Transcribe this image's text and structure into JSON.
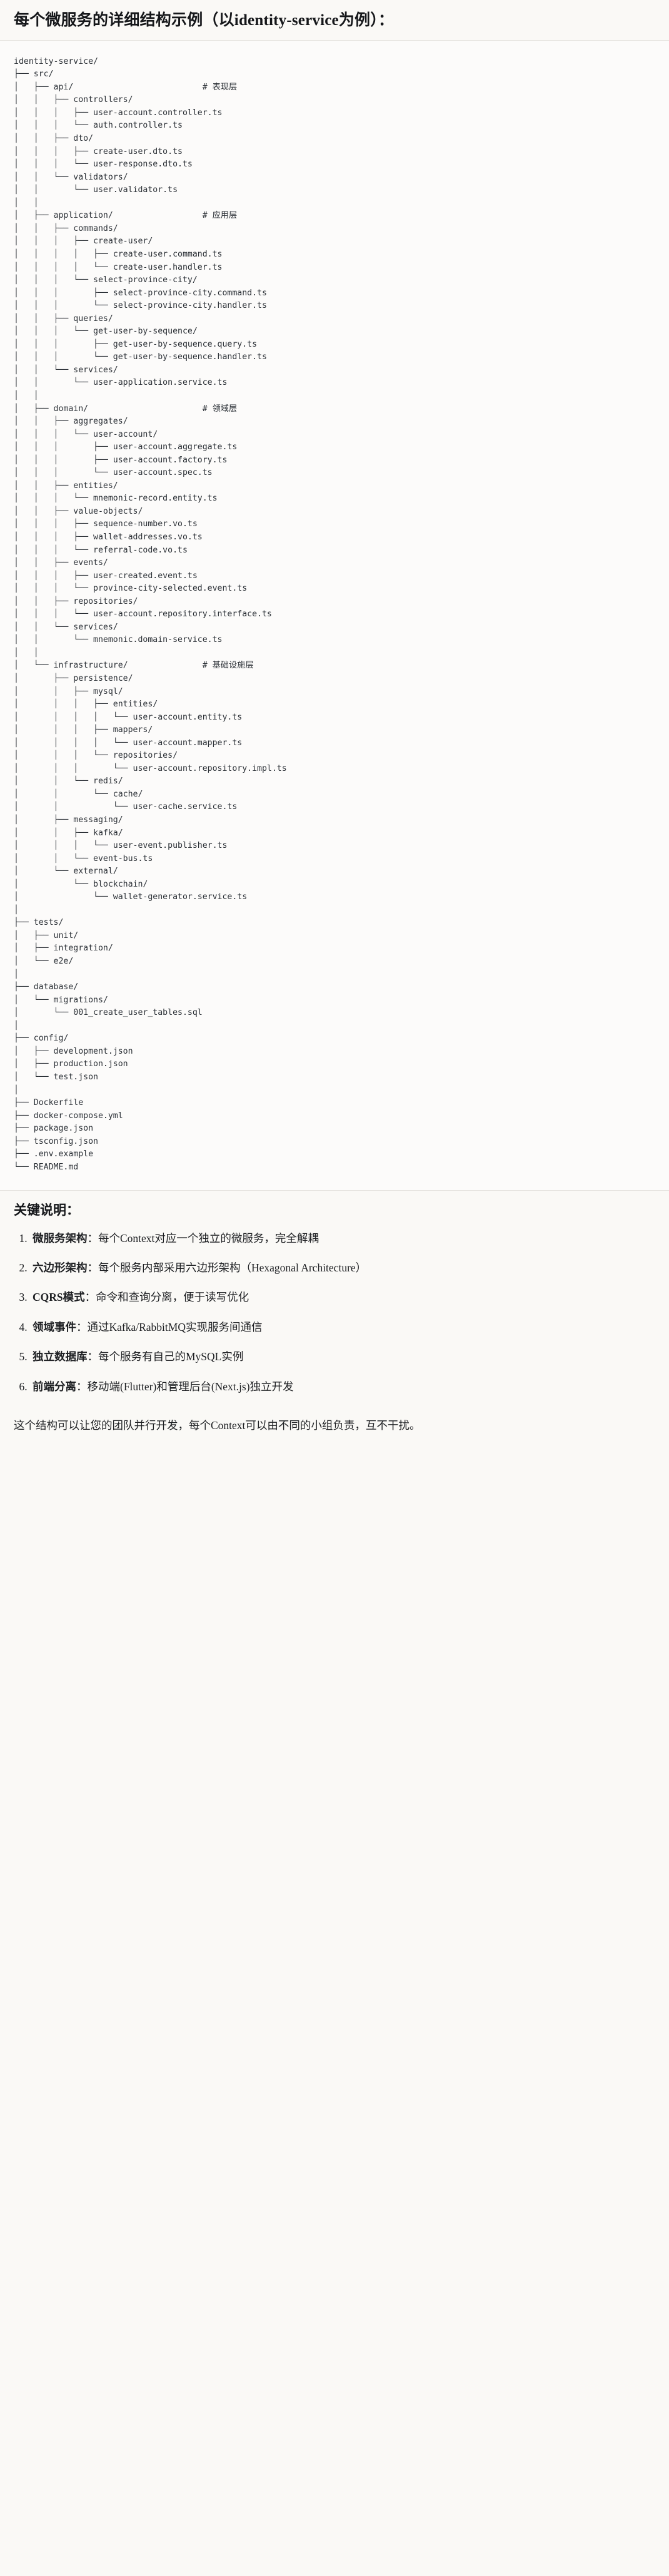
{
  "heading": "每个微服务的详细结构示例（以identity-service为例）：",
  "tree": {
    "text": "identity-service/\n├── src/\n│   ├── api/                          # 表现层\n│   │   ├── controllers/\n│   │   │   ├── user-account.controller.ts\n│   │   │   └── auth.controller.ts\n│   │   ├── dto/\n│   │   │   ├── create-user.dto.ts\n│   │   │   └── user-response.dto.ts\n│   │   └── validators/\n│   │       └── user.validator.ts\n│   │\n│   ├── application/                  # 应用层\n│   │   ├── commands/\n│   │   │   ├── create-user/\n│   │   │   │   ├── create-user.command.ts\n│   │   │   │   └── create-user.handler.ts\n│   │   │   └── select-province-city/\n│   │   │       ├── select-province-city.command.ts\n│   │   │       └── select-province-city.handler.ts\n│   │   ├── queries/\n│   │   │   └── get-user-by-sequence/\n│   │   │       ├── get-user-by-sequence.query.ts\n│   │   │       └── get-user-by-sequence.handler.ts\n│   │   └── services/\n│   │       └── user-application.service.ts\n│   │\n│   ├── domain/                       # 领域层\n│   │   ├── aggregates/\n│   │   │   └── user-account/\n│   │   │       ├── user-account.aggregate.ts\n│   │   │       ├── user-account.factory.ts\n│   │   │       └── user-account.spec.ts\n│   │   ├── entities/\n│   │   │   └── mnemonic-record.entity.ts\n│   │   ├── value-objects/\n│   │   │   ├── sequence-number.vo.ts\n│   │   │   ├── wallet-addresses.vo.ts\n│   │   │   └── referral-code.vo.ts\n│   │   ├── events/\n│   │   │   ├── user-created.event.ts\n│   │   │   └── province-city-selected.event.ts\n│   │   ├── repositories/\n│   │   │   └── user-account.repository.interface.ts\n│   │   └── services/\n│   │       └── mnemonic.domain-service.ts\n│   │\n│   └── infrastructure/               # 基础设施层\n│       ├── persistence/\n│       │   ├── mysql/\n│       │   │   ├── entities/\n│       │   │   │   └── user-account.entity.ts\n│       │   │   ├── mappers/\n│       │   │   │   └── user-account.mapper.ts\n│       │   │   └── repositories/\n│       │   │       └── user-account.repository.impl.ts\n│       │   └── redis/\n│       │       └── cache/\n│       │           └── user-cache.service.ts\n│       ├── messaging/\n│       │   ├── kafka/\n│       │   │   └── user-event.publisher.ts\n│       │   └── event-bus.ts\n│       └── external/\n│           └── blockchain/\n│               └── wallet-generator.service.ts\n│\n├── tests/\n│   ├── unit/\n│   ├── integration/\n│   └── e2e/\n│\n├── database/\n│   └── migrations/\n│       └── 001_create_user_tables.sql\n│\n├── config/\n│   ├── development.json\n│   ├── production.json\n│   └── test.json\n│\n├── Dockerfile\n├── docker-compose.yml\n├── package.json\n├── tsconfig.json\n├── .env.example\n└── README.md",
    "root": "identity-service/",
    "layer_comments": [
      {
        "path": "src/api/",
        "comment": "# 表现层"
      },
      {
        "path": "src/application/",
        "comment": "# 应用层"
      },
      {
        "path": "src/domain/",
        "comment": "# 领域层"
      },
      {
        "path": "src/infrastructure/",
        "comment": "# 基础设施层"
      }
    ]
  },
  "keypoints": {
    "title": "关键说明：",
    "items": [
      {
        "term": "微服务架构",
        "sep": "：",
        "desc": "每个Context对应一个独立的微服务，完全解耦"
      },
      {
        "term": "六边形架构",
        "sep": "：",
        "desc": "每个服务内部采用六边形架构（Hexagonal Architecture）"
      },
      {
        "term": "CQRS模式",
        "sep": "：",
        "desc": "命令和查询分离，便于读写优化"
      },
      {
        "term": "领域事件",
        "sep": "：",
        "desc": "通过Kafka/RabbitMQ实现服务间通信"
      },
      {
        "term": "独立数据库",
        "sep": "：",
        "desc": "每个服务有自己的MySQL实例"
      },
      {
        "term": "前端分离",
        "sep": "：",
        "desc": "移动端(Flutter)和管理后台(Next.js)独立开发"
      }
    ],
    "closing": "这个结构可以让您的团队并行开发，每个Context可以由不同的小组负责，互不干扰。"
  }
}
